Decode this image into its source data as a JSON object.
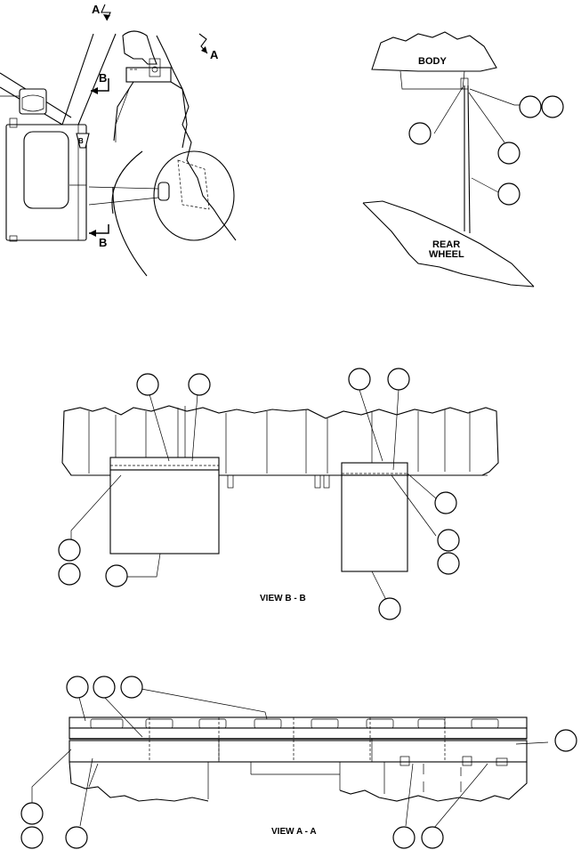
{
  "labels": {
    "section_arrow_a_top": "A",
    "section_arrow_a_right": "A",
    "section_arrow_b_top": "B",
    "section_arrow_b_bottom": "B",
    "panel_tag_b": "B",
    "body": "BODY",
    "rear_wheel_line1": "REAR",
    "rear_wheel_line2": "WHEEL",
    "view_b_title": "VIEW B - B",
    "view_a_title": "VIEW A - A"
  },
  "colors": {
    "line": "#000000",
    "background": "#ffffff"
  }
}
